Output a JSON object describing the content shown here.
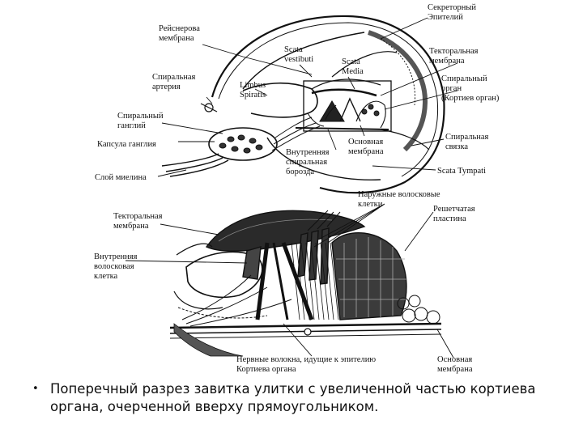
{
  "upper_figure": {
    "labels": {
      "secretory_epithelium": "Секреторный\nЭпителий",
      "reissner_membrane": "Рейснерова\nмембрана",
      "scala_vestibuli": "Scata\nvestibuti",
      "scala_media": "Scata\nMedia",
      "tectorial_membrane": "Текторальная\nмембрана",
      "spiral_artery": "Спиральная\nартерия",
      "limbus_spiralis": "Limbus\nSpiratis",
      "spiral_organ": "Спиральный\nорган\n(Кортиев орган)",
      "spiral_ganglion": "Спиральный\nганглий",
      "ganglion_capsule": "Капсула ганглия",
      "basilar_membrane": "Основная\nмембрана",
      "spiral_ligament": "Спиральная\nсвязка",
      "inner_spiral_sulcus": "Внутренняя\nспиральная\nборозда",
      "myelin_layer": "Слой миелина",
      "scala_tympani": "Scata Tympati"
    }
  },
  "lower_figure": {
    "labels": {
      "outer_hair_cells": "Наружные волосковые\nклетки",
      "reticular_lamina": "Решетчатая\nпластина",
      "tectorial_membrane": "Текторальная\nмембрана",
      "inner_hair_cell": "Внутренняя\nволосковая\nклетка",
      "nerve_fibers": "Нервные волокна, идущие к эпителию\nКортиева органа",
      "basilar_membrane": "Основная\nмембрана"
    }
  },
  "caption": {
    "bullet": "•",
    "text": "Поперечный разрез завитка улитки с увеличенной частью кортиева органа, очерченной вверху прямоугольником."
  }
}
